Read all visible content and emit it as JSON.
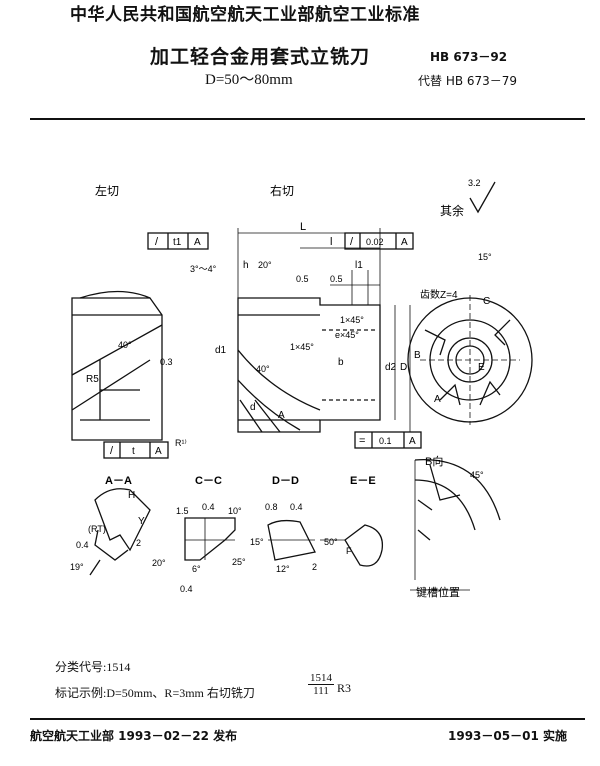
{
  "header": {
    "organization": "中华人民共和国航空航天工业部航空工业标准",
    "title": "加工轻合金用套式立铣刀",
    "subtitle": "D=50～80mm",
    "standard_number": "HB 673－92",
    "replaces": "代替 HB 673－79"
  },
  "drawing": {
    "left_view_label": "左切",
    "right_view_label": "右切",
    "surface_note": "其余",
    "surface_roughness": "3.2",
    "dim_L": "L",
    "dim_l": "l",
    "dim_l1": "l1",
    "dim_h": "h",
    "dim_05a": "0.5",
    "dim_05b": "0.5",
    "tol_top_left_symbol": "/",
    "tol_top_left_value": "t1",
    "tol_top_left_datum": "A",
    "tol_top_right_symbol": "/",
    "tol_top_right_value": "0.02",
    "tol_top_right_datum": "A",
    "tol_bottom_left_symbol": "/",
    "tol_bottom_left_value": "t",
    "tol_bottom_left_datum": "A",
    "tol_bottom_right_symbol": "=",
    "tol_bottom_right_value": "0.1",
    "tol_bottom_right_datum": "A",
    "angle_3_4": "3°～4°",
    "angle_20": "20°",
    "angle_40": "40°",
    "angle_15_top": "15°",
    "chamfer_1": "1×45°",
    "chamfer_e": "e×45°",
    "chamfer_1b": "1×45°",
    "label_R5": "R5",
    "label_03": "0.3",
    "label_d1": "d1",
    "label_d2": "d2",
    "label_D": "D",
    "label_b": "b",
    "label_d": "d",
    "label_A": "A",
    "label_R": "R¹⁾",
    "label_teeth": "齿数Z=4",
    "label_B": "B",
    "label_C": "C",
    "label_E": "E",
    "label_A_circle": "A",
    "section_AA": "A－A",
    "section_CC": "C－C",
    "section_DD": "D－D",
    "section_EE": "E－E",
    "view_B": "B向",
    "angle_45": "45°",
    "keyway_position": "键槽位置",
    "sec_H": "H",
    "sec_Y": "Y",
    "sec_RT": "(RT)",
    "sec_04a": "0.4",
    "sec_2": "2",
    "sec_19": "19°",
    "sec_20": "20°",
    "sec_15": "1.5",
    "sec_04b": "0.4",
    "sec_10": "10°",
    "sec_6": "6°",
    "sec_25": "25°",
    "sec_04c": "0.4",
    "sec_08": "0.8",
    "sec_04d": "0.4",
    "sec_15deg": "15°",
    "sec_12": "12°",
    "sec_2b": "2",
    "sec_50": "50°",
    "sec_F": "F"
  },
  "notes": {
    "classification": "分类代号:1514",
    "marking_example": "标记示例:D=50mm、R=3mm 右切铣刀",
    "marking_fraction_num": "1514",
    "marking_fraction_den": "111",
    "marking_suffix": "R3"
  },
  "footer": {
    "issued": "航空航天工业部 1993－02－22 发布",
    "effective": "1993－05－01 实施"
  }
}
